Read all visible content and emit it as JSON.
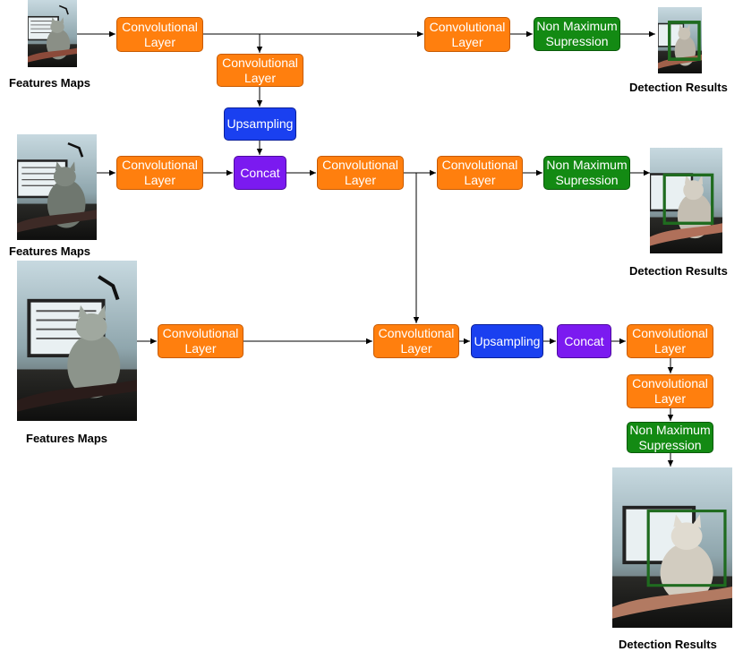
{
  "labels": {
    "conv": "Convolutional\nLayer",
    "up": "Upsampling",
    "cat": "Concat",
    "nms": "Non Maximum\nSupression",
    "features": "Features Maps",
    "results": "Detection Results"
  },
  "colors": {
    "conv": "#ff7f0e",
    "upsampling": "#1a40f0",
    "concat": "#7b1af0",
    "nms": "#138a13",
    "detection_box": "#1f6b1f"
  },
  "icons": [
    "cat-photo-icon"
  ]
}
